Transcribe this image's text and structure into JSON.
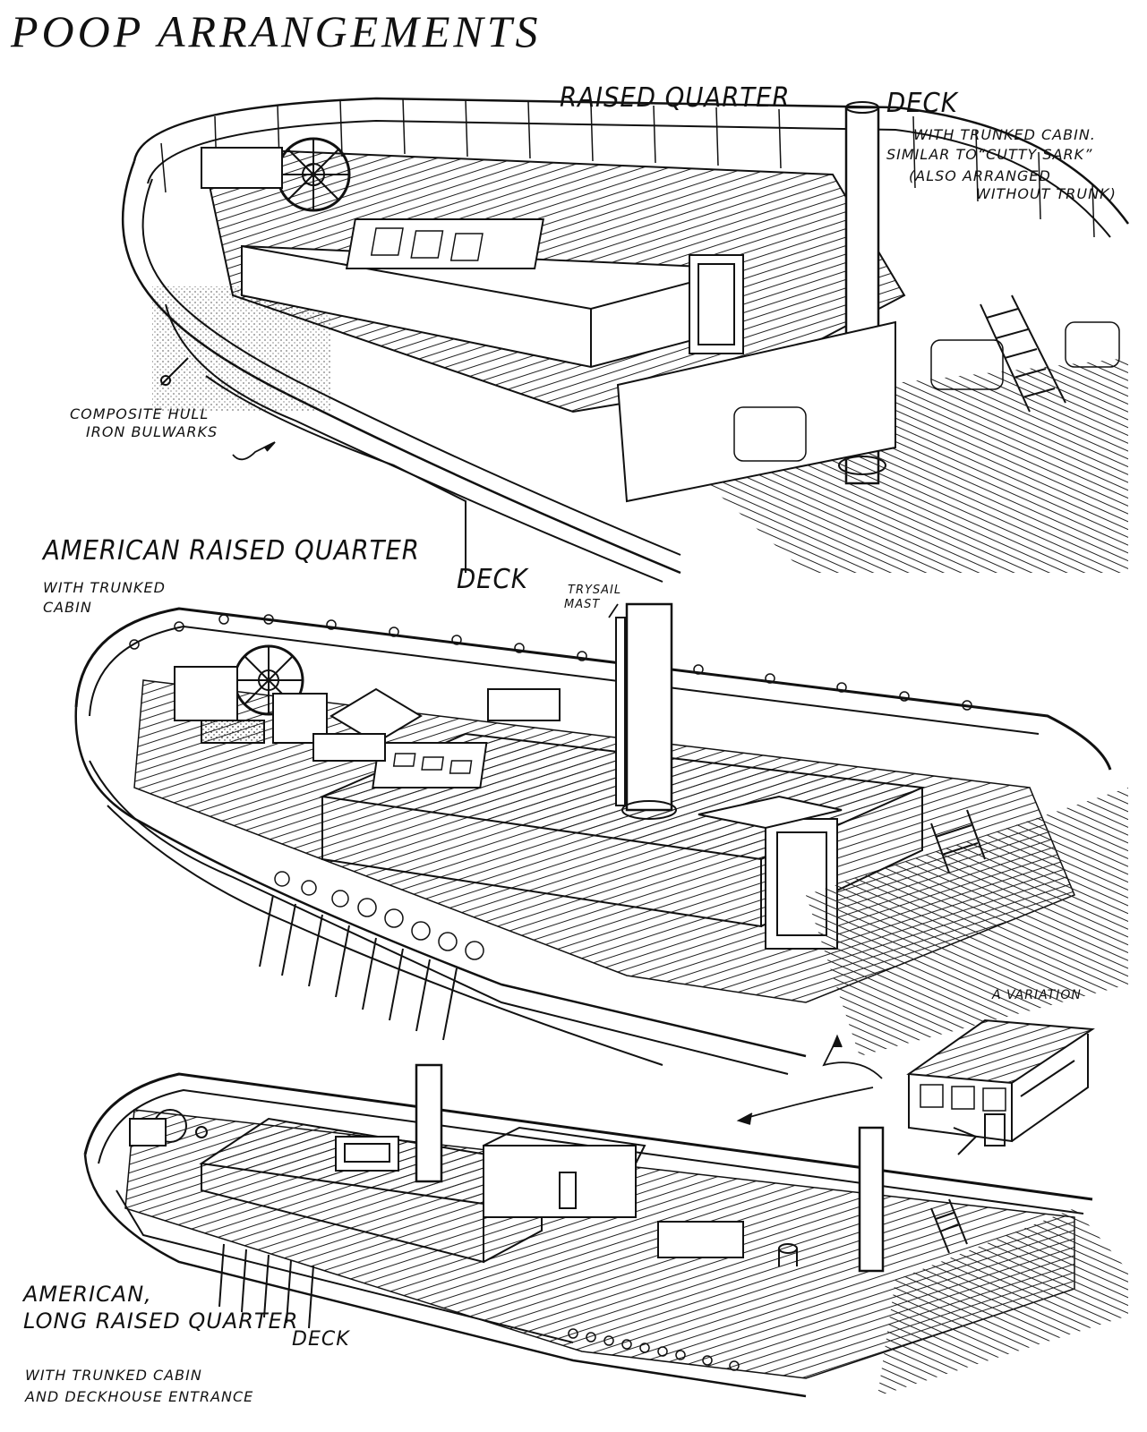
{
  "title": "POOP ARRANGEMENTS",
  "labels": {
    "raised_quarter": "RAISED QUARTER",
    "raised_deck": "DECK",
    "trunk_1": "WITH TRUNKED CABIN.",
    "trunk_2": "SIMILAR TO“CUTTY SARK”",
    "trunk_3": "(ALSO ARRANGED",
    "trunk_4": "WITHOUT TRUNK)",
    "hull_1": "COMPOSITE HULL",
    "hull_2": "IRON BULWARKS",
    "american_1": "AMERICAN RAISED QUARTER",
    "american_2": "DECK",
    "american_sub_1": "WITH TRUNKED",
    "american_sub_2": "CABIN",
    "trysail_1": "TRYSAIL",
    "trysail_2": "MAST",
    "variation": "A VARIATION",
    "long_1": "AMERICAN,",
    "long_2": "LONG RAISED QUARTER",
    "long_3": "DECK",
    "long_sub_1": "WITH TRUNKED CABIN",
    "long_sub_2": "AND DECKHOUSE ENTRANCE"
  }
}
